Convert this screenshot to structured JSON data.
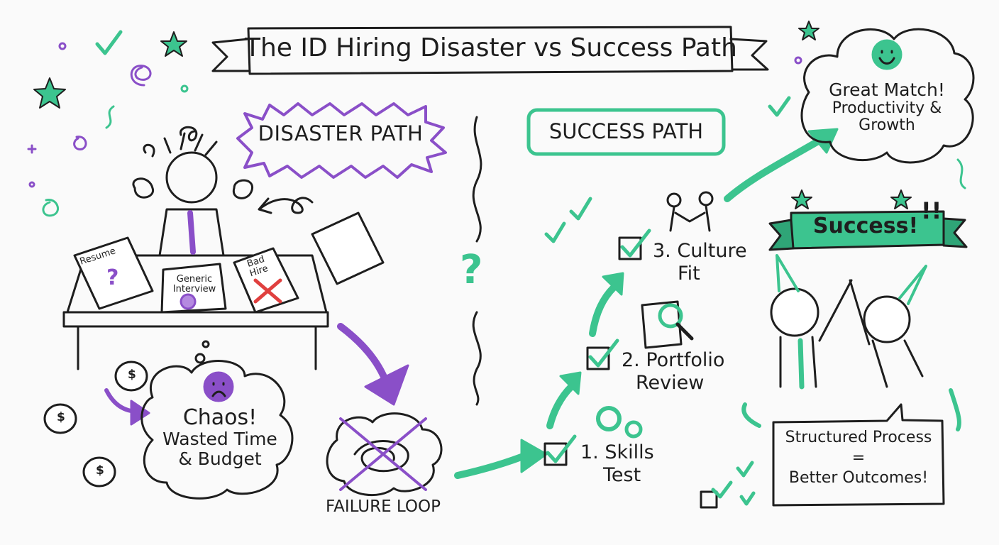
{
  "title": "The ID Hiring Disaster vs Success Path",
  "disaster": {
    "badge": "DISASTER PATH",
    "docs": {
      "resume": "Resume",
      "interview": "Generic Interview",
      "bad_hire": "Bad Hire"
    },
    "chaos": {
      "line1": "Chaos!",
      "line2": "Wasted Time",
      "line3": "& Budget"
    },
    "money_symbol": "$",
    "loop_label": "FAILURE LOOP"
  },
  "divider": {
    "symbol": "?"
  },
  "success": {
    "badge": "SUCCESS PATH",
    "steps": [
      {
        "line1": "1. Skills",
        "line2": "Test"
      },
      {
        "line1": "2. Portfolio",
        "line2": "Review"
      },
      {
        "line1": "3. Culture",
        "line2": "Fit"
      }
    ],
    "result": {
      "line1": "Great Match!",
      "line2": "Productivity &",
      "line3": "Growth"
    },
    "ribbon": "Success!",
    "exclaim": "!!",
    "callout": {
      "line1": "Structured Process",
      "line2": "=",
      "line3": "Better Outcomes!"
    }
  },
  "colors": {
    "green": "#3cc48f",
    "purple": "#8a4fc8",
    "ink": "#1e1e1e",
    "red": "#e0403f"
  }
}
